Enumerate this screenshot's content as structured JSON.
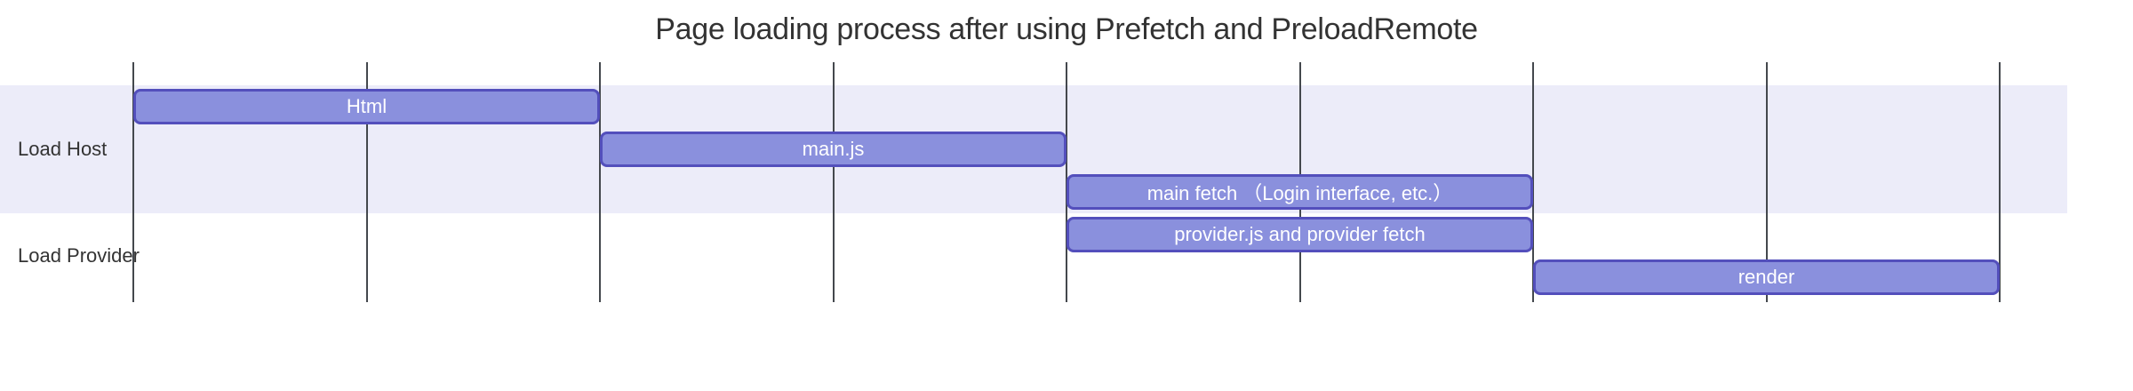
{
  "chart_data": {
    "type": "gantt",
    "title": "Page loading process after using Prefetch and PreloadRemote",
    "axis": {
      "gridline_count": 9,
      "time_units_total": 8,
      "tick_labels_visible": false,
      "grid_on": true
    },
    "sections": [
      {
        "name": "Load Host",
        "tasks": [
          {
            "label": "Html",
            "start": 0,
            "end": 2
          },
          {
            "label": "main.js",
            "start": 2,
            "end": 4
          },
          {
            "label": "main fetch （Login interface, etc.）",
            "start": 4,
            "end": 6
          }
        ]
      },
      {
        "name": "Load Provider",
        "tasks": [
          {
            "label": "provider.js and provider fetch",
            "start": 4,
            "end": 6
          },
          {
            "label": "render",
            "start": 6,
            "end": 8
          }
        ]
      }
    ],
    "colors": {
      "task_fill": "#8a90dd",
      "task_border": "#534fbc",
      "task_text": "#ffffff",
      "section_band": "#ececf9",
      "gridline": "#44484d",
      "text": "#333333",
      "background": "#ffffff"
    }
  }
}
